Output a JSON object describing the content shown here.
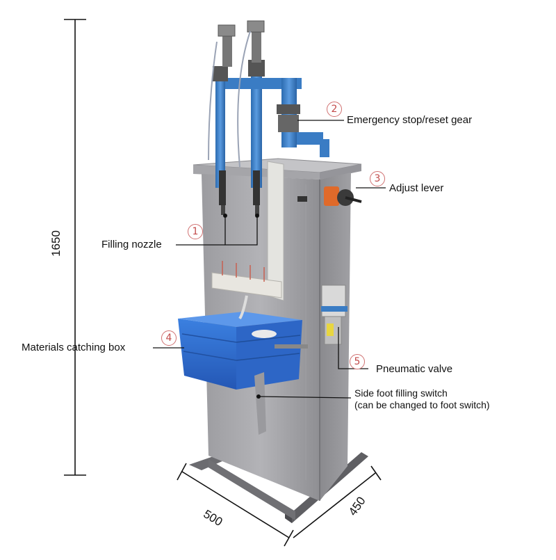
{
  "dimensions": {
    "height": "1650",
    "width": "500",
    "depth": "450"
  },
  "callouts": [
    {
      "number": "1",
      "label": "Filling nozzle"
    },
    {
      "number": "2",
      "label": "Emergency stop/reset gear"
    },
    {
      "number": "3",
      "label": "Adjust lever"
    },
    {
      "number": "4",
      "label": "Materials catching box"
    },
    {
      "number": "5",
      "label": "Pneumatic valve"
    }
  ],
  "side_switch": {
    "line1": "Side foot filling switch",
    "line2": "(can be changed to foot switch)"
  },
  "colors": {
    "steel": "#a9a9ab",
    "steel_dark": "#7d7d80",
    "pipe_blue": "#3d82c8",
    "box_blue": "#2f6fd0",
    "knob_orange": "#e06a2a",
    "callout_red": "#c24a4a"
  }
}
